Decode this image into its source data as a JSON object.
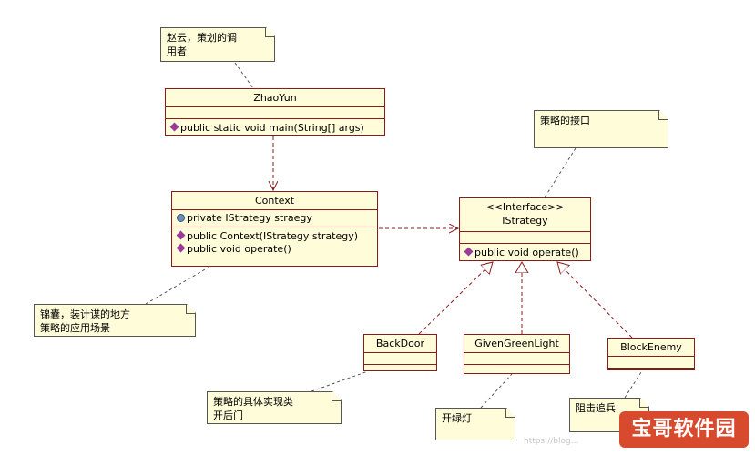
{
  "classes": {
    "zhaoyun": {
      "name": "ZhaoYun",
      "ops": [
        "public static void main(String[] args)"
      ]
    },
    "context": {
      "name": "Context",
      "attrs": [
        "private IStrategy straegy"
      ],
      "ops": [
        "public Context(IStrategy strategy)",
        "public void operate()"
      ]
    },
    "istrategy": {
      "stereotype": "<<Interface>>",
      "name": "IStrategy",
      "ops": [
        "public void operate()"
      ]
    },
    "backdoor": {
      "name": "BackDoor"
    },
    "givengreenlight": {
      "name": "GivenGreenLight"
    },
    "blockenemy": {
      "name": "BlockEnemy"
    }
  },
  "notes": {
    "zhaoyun": {
      "line1": "赵云，策划的调",
      "line2": "用者"
    },
    "istrategy": {
      "line1": "策略的接口"
    },
    "context": {
      "line1": "锦囊，装计谋的地方",
      "line2": "策略的应用场景"
    },
    "concrete": {
      "line1": "策略的具体实现类",
      "line2": "开后门"
    },
    "greenlight": {
      "line1": "开绿灯"
    },
    "blockenemy": {
      "line1": "阻击追兵"
    }
  },
  "watermark": {
    "text": "宝哥软件园",
    "faint": "https://blog..."
  },
  "colors": {
    "class_fill": "#fffcd9",
    "class_border": "#8b1a1a",
    "note_border": "#555555",
    "connector": "#8b1a1a"
  }
}
